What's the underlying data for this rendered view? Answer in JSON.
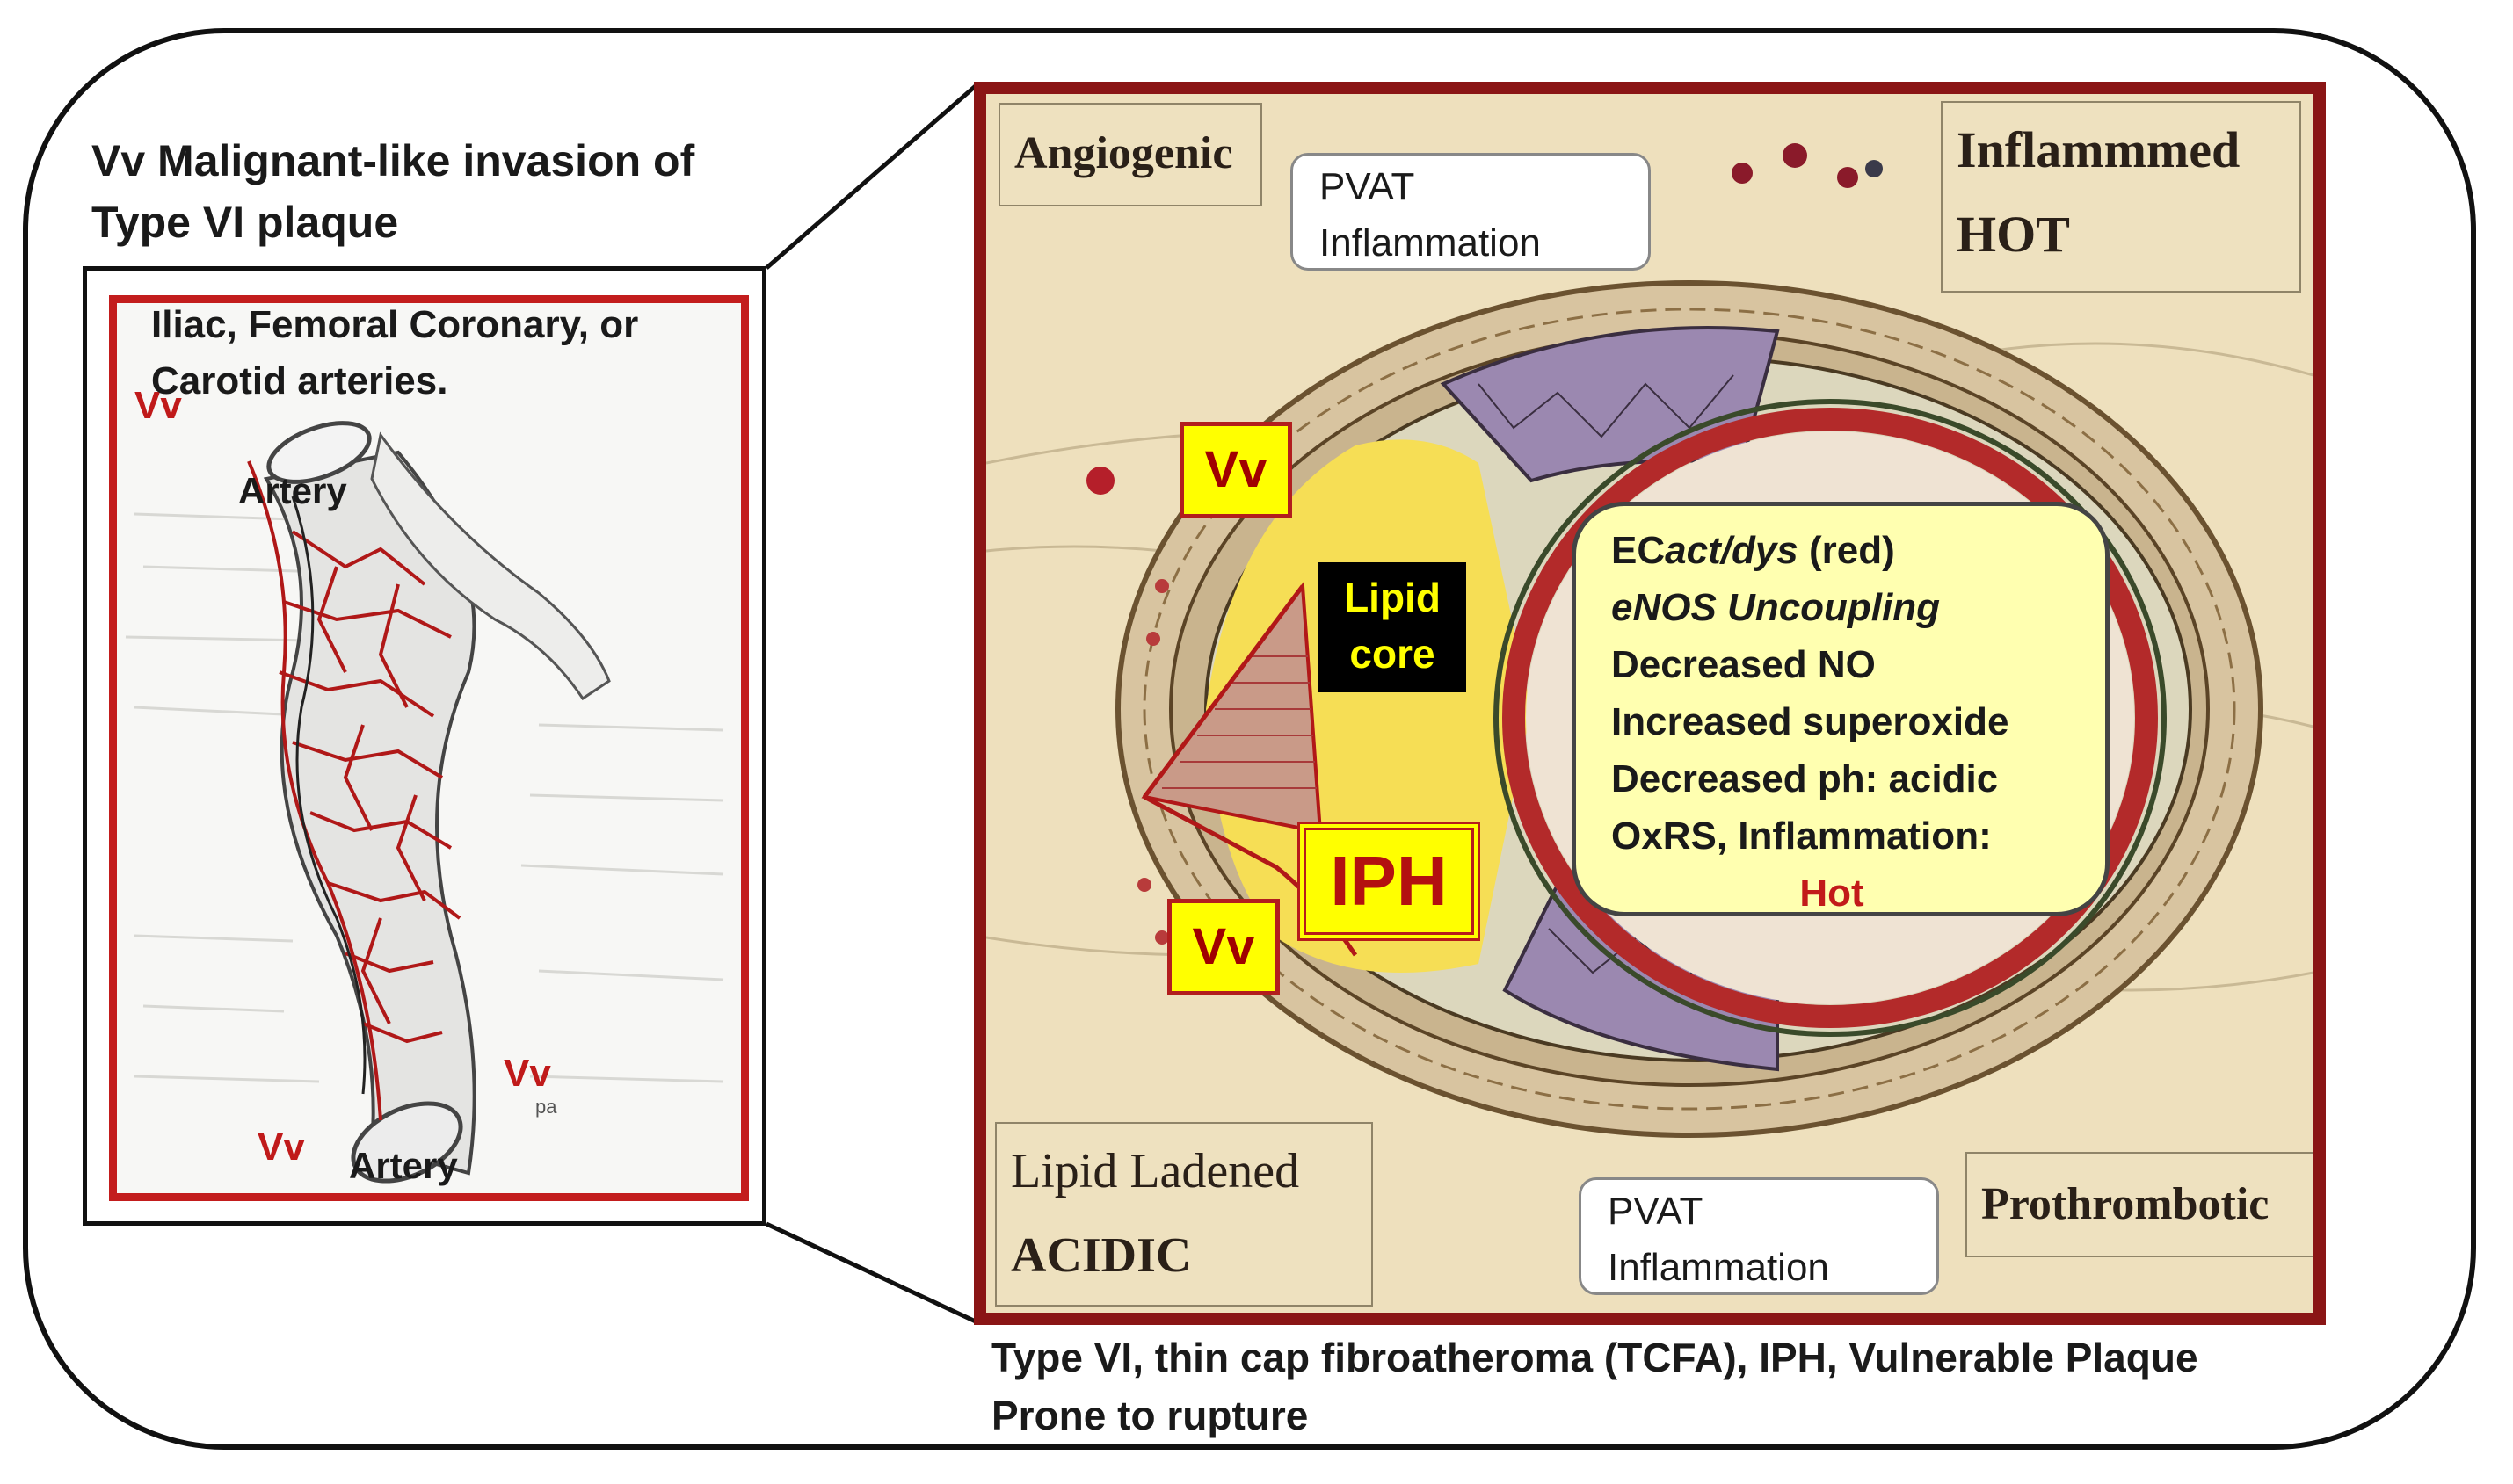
{
  "left_panel": {
    "title_lines": [
      "Vv Malignant-like invasion of",
      "Type VI plaque"
    ],
    "caption_lines": [
      "Iliac, Femoral Coronary, or",
      "Carotid arteries."
    ],
    "labels": {
      "vv_top": "Vv",
      "artery_top": "Artery",
      "vv_mid": "Vv",
      "pa": "pa",
      "vv_bottom": "Vv",
      "artery_bottom": "Artery"
    }
  },
  "right_panel": {
    "corners": {
      "top_left": "Angiogenic",
      "top_right_lines": [
        "Inflammmed",
        "HOT"
      ],
      "bottom_left_lines": [
        "Lipid Ladened",
        "ACIDIC"
      ],
      "bottom_right": "Prothrombotic"
    },
    "pvat_top_lines": [
      "PVAT",
      "Inflammation"
    ],
    "pvat_bottom_lines": [
      "PVAT",
      "Inflammation"
    ],
    "vv_upper": "Vv",
    "vv_lower": "Vv",
    "lipid_core_lines": [
      "Lipid",
      "core"
    ],
    "iph": "IPH",
    "info": {
      "line1_a": "EC",
      "line1_b": "act/dys",
      "line1_c": " (red)",
      "line2": "eNOS Uncoupling",
      "line3": "Decreased NO",
      "line4": "Increased superoxide",
      "line5": "Decreased ph: acidic",
      "line6": "OxRS, Inflammation:",
      "line7": "Hot"
    }
  },
  "bottom_caption_lines": [
    "Type VI, thin cap fibroatheroma (TCFA), IPH, Vulnerable Plaque",
    "Prone to rupture"
  ],
  "colors": {
    "frame_red": "#8a1515",
    "label_red": "#c01a1a",
    "highlight_yellow": "#ffff00",
    "info_bg": "#ffffb0",
    "parchment": "#eee0bd"
  }
}
